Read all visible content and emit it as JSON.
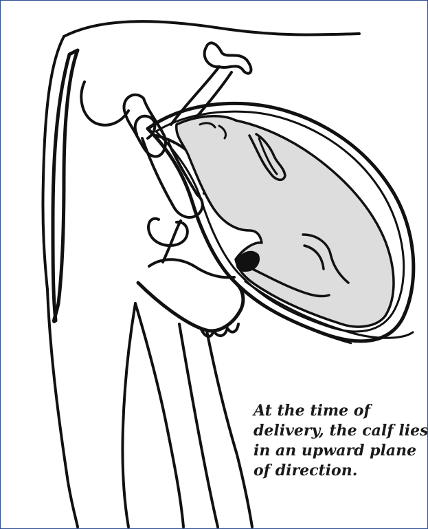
{
  "caption": {
    "lines": [
      "At the time of",
      "delivery, the calf lies",
      "in an upward plane",
      "of direction."
    ]
  },
  "colors": {
    "frame_border": "#2f4d8f",
    "outline": "#111111",
    "calf_fill": "#dddddd",
    "background": "#ffffff"
  }
}
